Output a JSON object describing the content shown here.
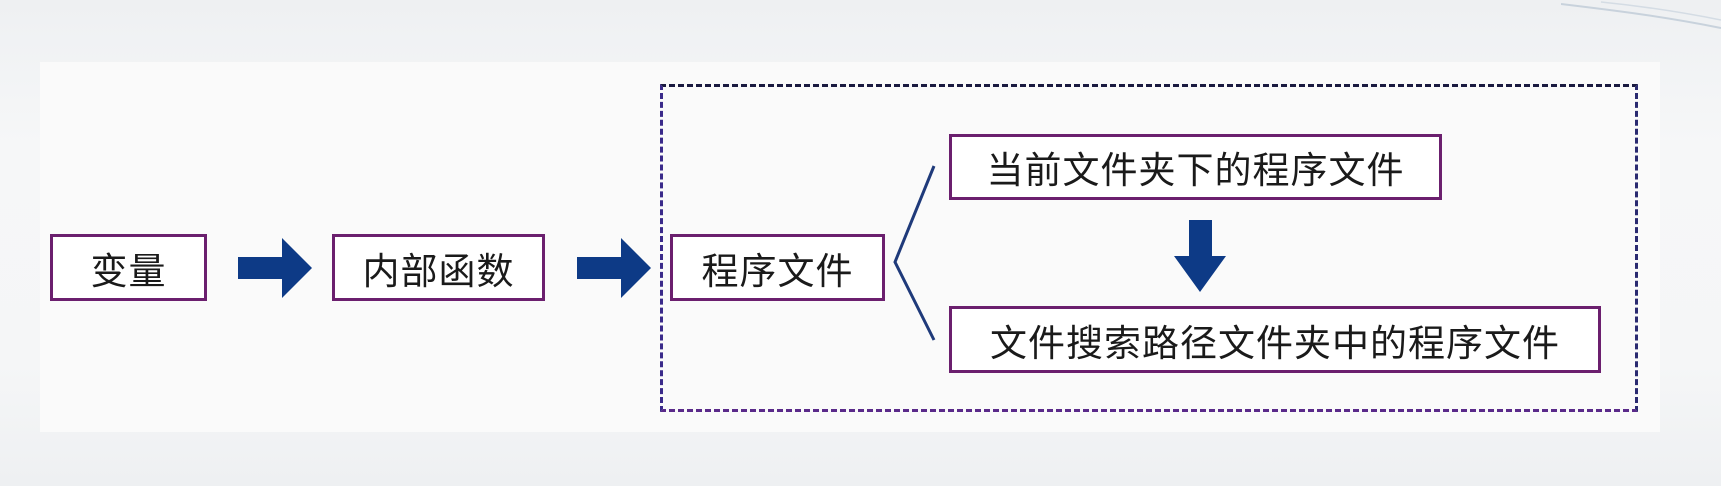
{
  "diagram": {
    "nodes": {
      "variable": "变量",
      "internal_function": "内部函数",
      "program_file": "程序文件",
      "current_folder_file": "当前文件夹下的程序文件",
      "search_path_file": "文件搜索路径文件夹中的程序文件"
    }
  },
  "colors": {
    "box_border": "#6b1f6e",
    "arrow_fill": "#0d3a86",
    "frame_border": "#1a1a40",
    "bracket": "#1f3a7a"
  }
}
